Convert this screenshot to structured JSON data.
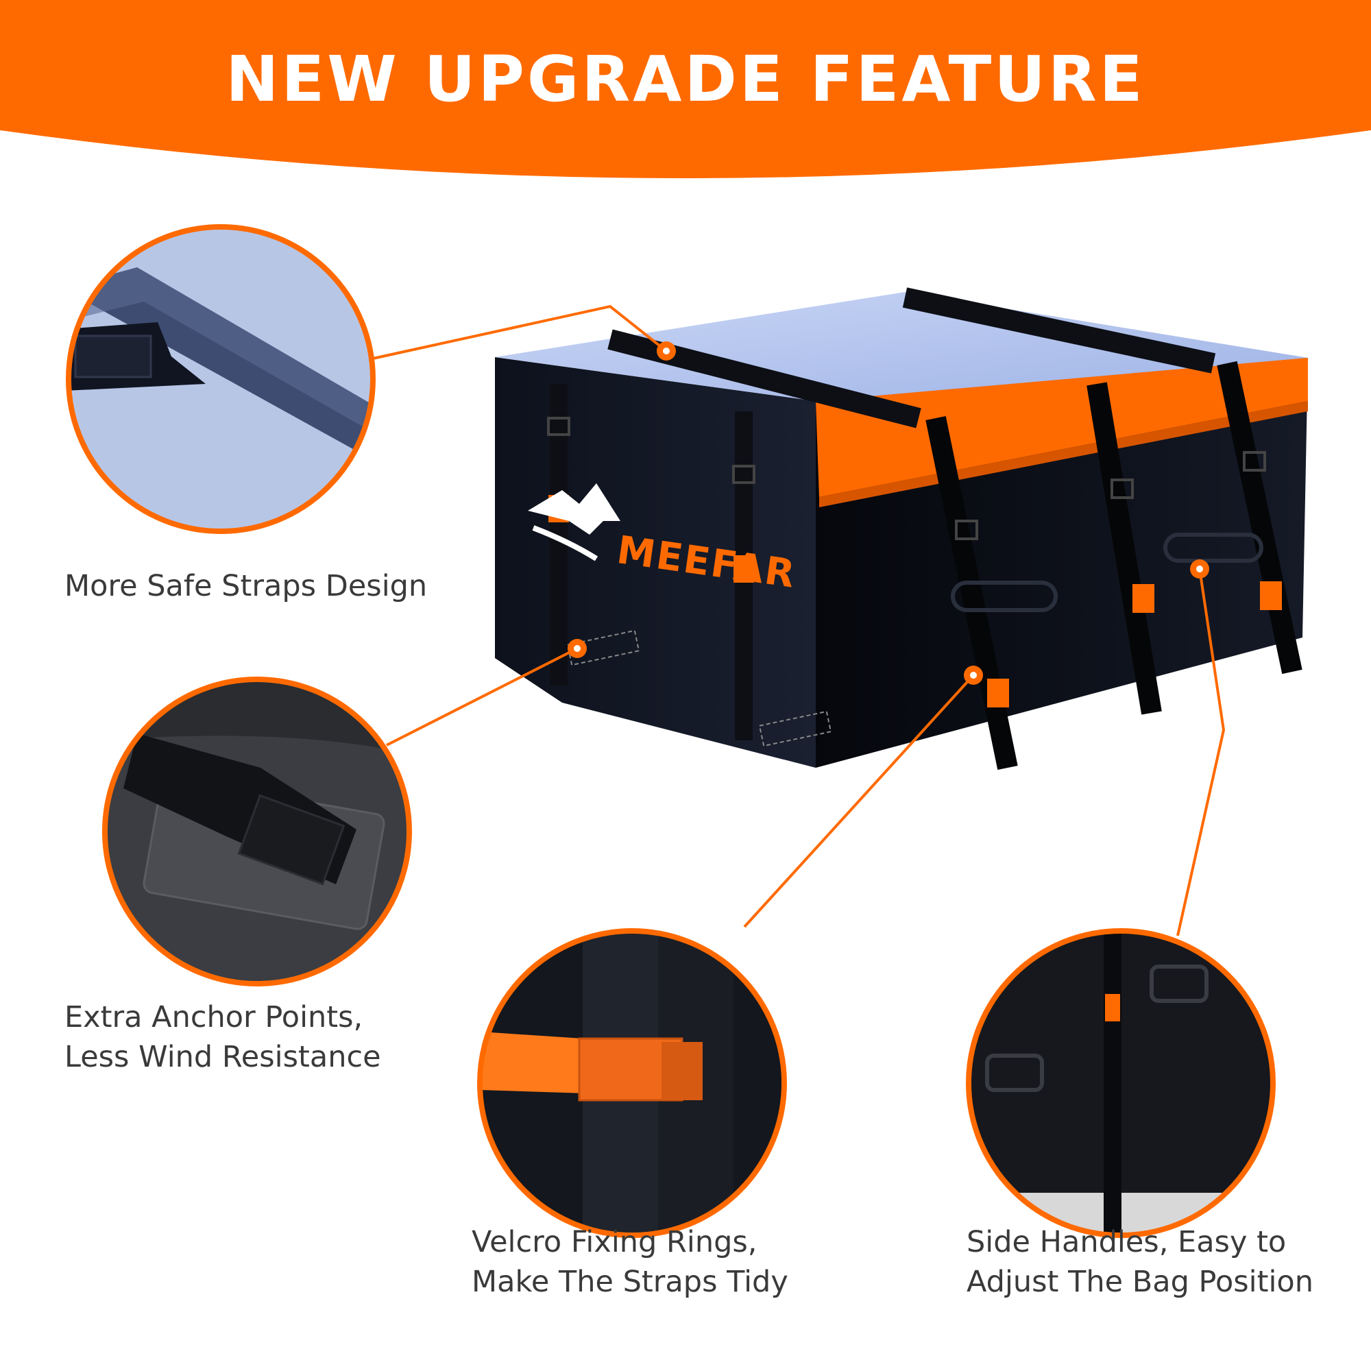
{
  "banner": {
    "title": "NEW UPGRADE FEATURE",
    "color": "#FF6A00"
  },
  "brand": {
    "logo_text": "MEEFAR",
    "accent": "#FF6A00",
    "bag_color": "#111622"
  },
  "features": [
    {
      "line1": "More Safe Straps Design",
      "line2": ""
    },
    {
      "line1": "Extra Anchor Points,",
      "line2": "Less Wind Resistance"
    },
    {
      "line1": "Velcro Fixing Rings,",
      "line2": "Make The Straps Tidy"
    },
    {
      "line1": "Side Handles, Easy to",
      "line2": "Adjust The Bag Position"
    }
  ]
}
